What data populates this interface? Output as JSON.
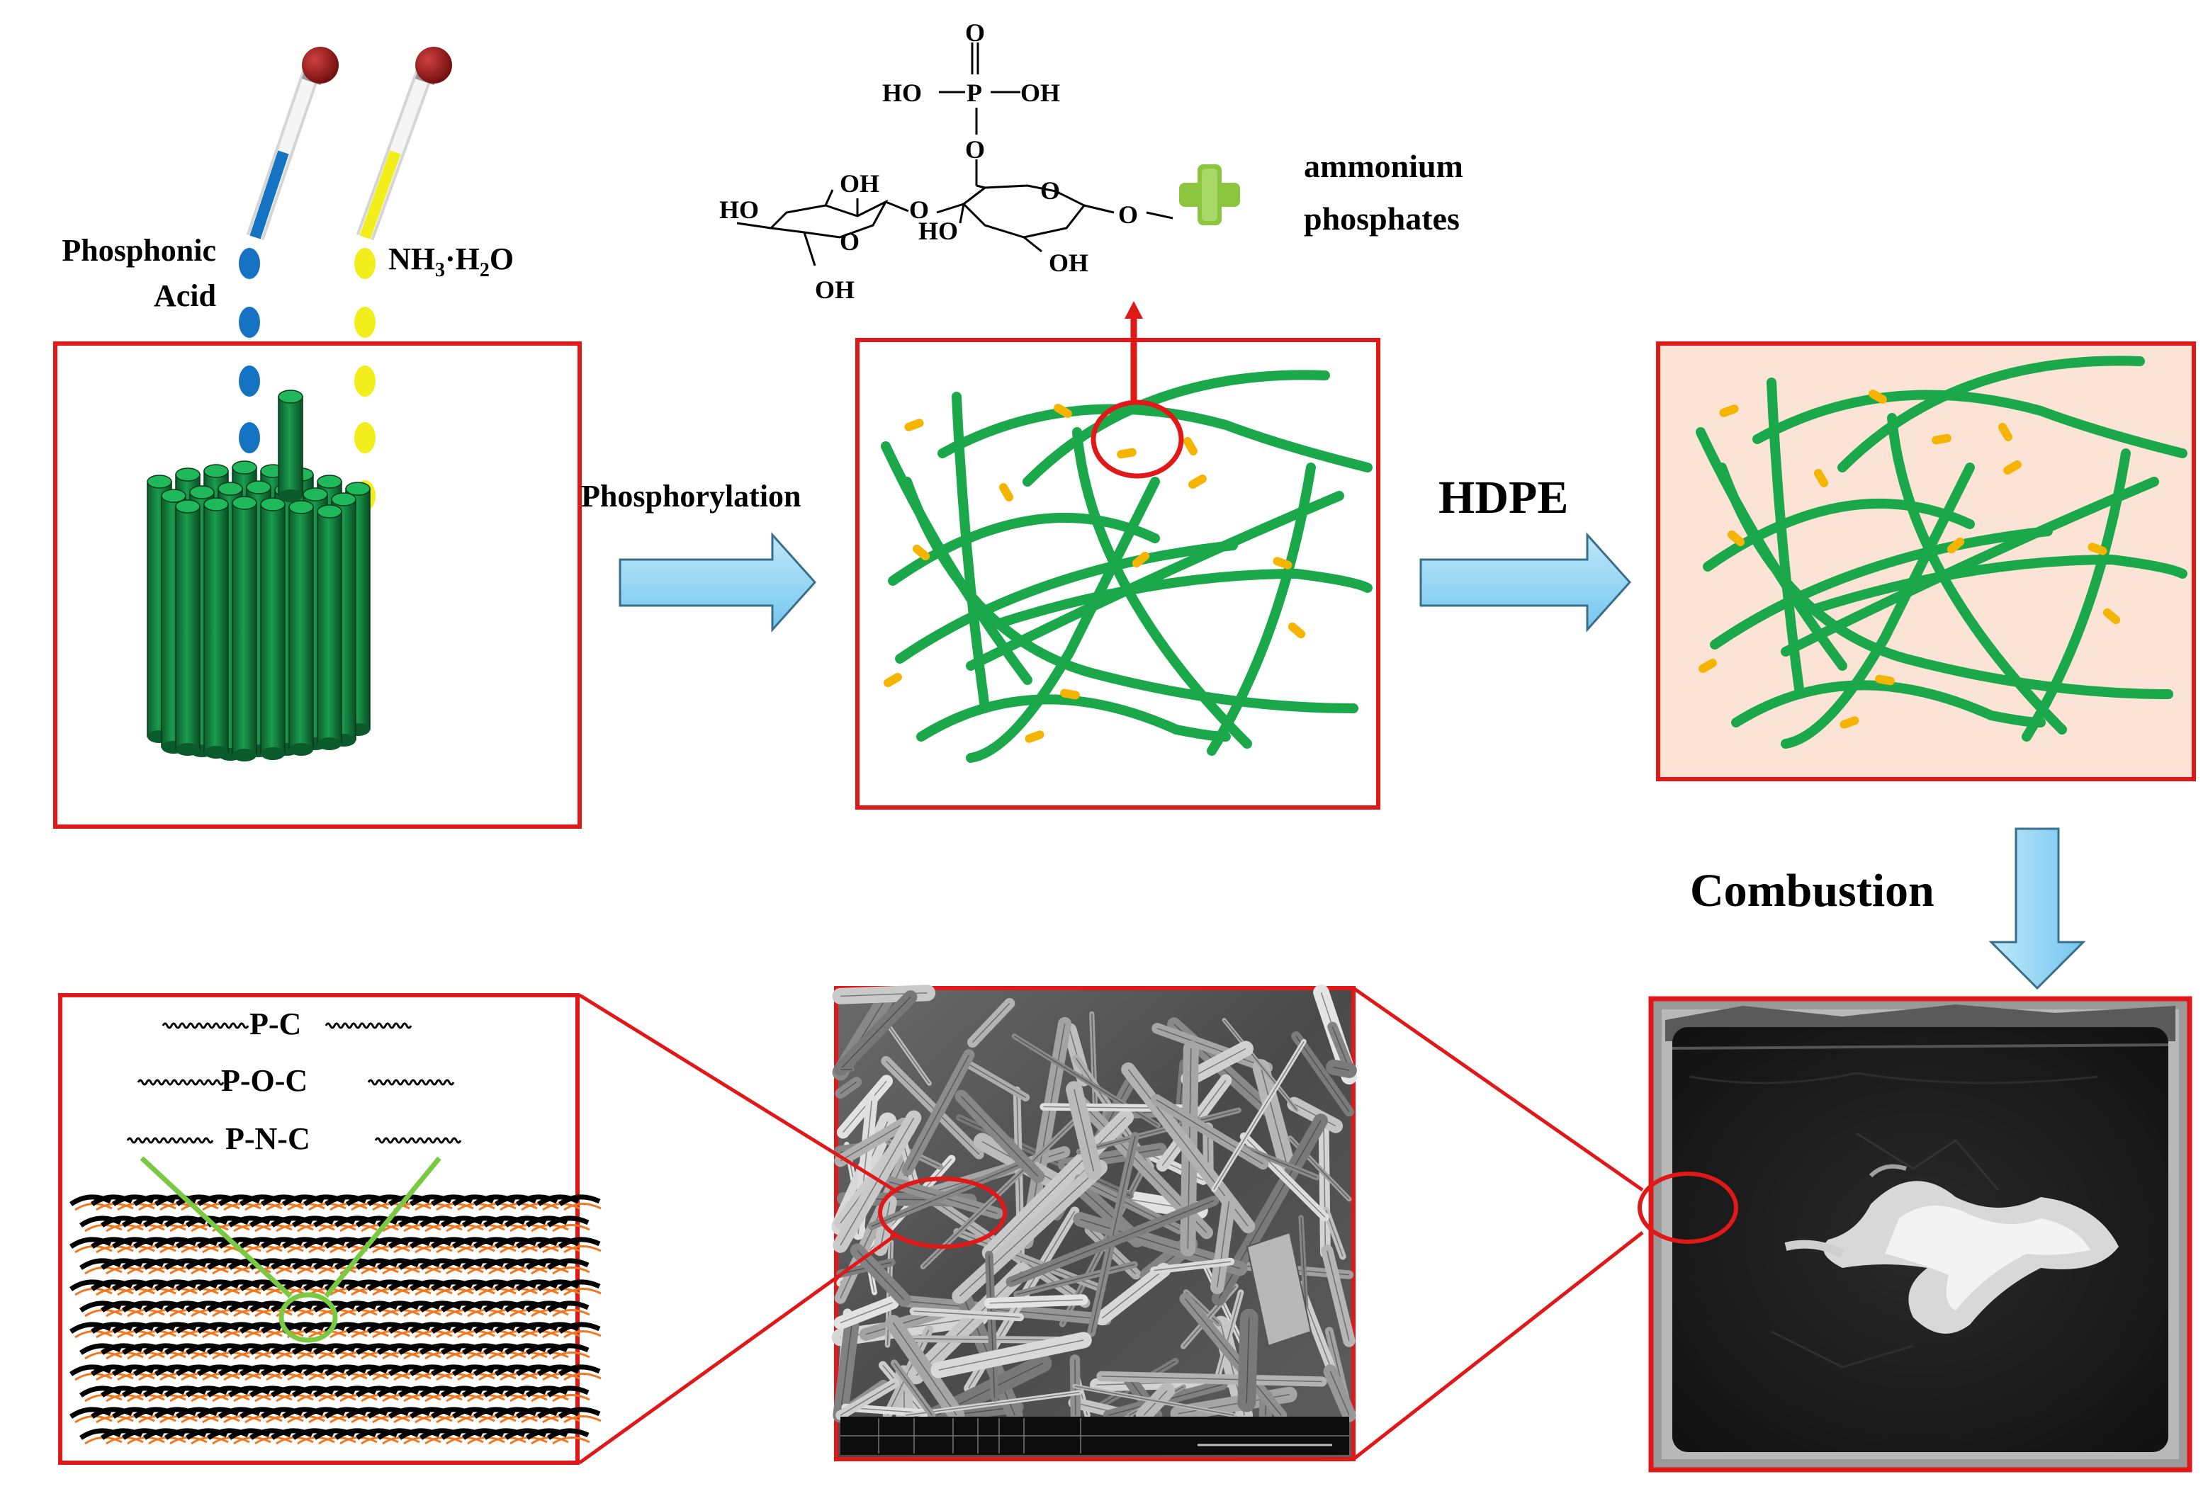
{
  "labels": {
    "phosphonic_acid": [
      "Phosphonic",
      "Acid"
    ],
    "ammonia_water": {
      "main": "NH",
      "sub": "3",
      "mid": "·H",
      "sub2": "2",
      "end": "O"
    },
    "phosphorylation": "Phosphorylation",
    "hdpe": "HDPE",
    "combustion": "Combustion",
    "ammonium_phosphates": [
      "ammonium",
      "phosphates"
    ],
    "plus_sign": "+"
  },
  "chem_structure": {
    "phosphate_top": "O",
    "phosphate_center": "P",
    "phosphate_left": "HO",
    "phosphate_right": "OH",
    "phosphate_bridge": "O",
    "ring1_ho": "HO",
    "ring1_oh_top": "OH",
    "ring1_o": "O",
    "ring1_oh_bottom": "OH",
    "link_o": "O",
    "ring2_ho": "HO",
    "ring2_o": "O",
    "ring2_oh": "OH",
    "ring2_tail_o": "O"
  },
  "bonds": [
    "P-C",
    "P-O-C",
    "P-N-C"
  ],
  "colors": {
    "frame": "#e01818",
    "fiber": "#1aa84a",
    "phosphate_mark": "#f4b400",
    "arrow": "#8fd3f4",
    "composite_bg": "#fbe3d6",
    "plus": "#8cc63f",
    "cylinder": "#0f7a3c",
    "blue_drop": "#1673c4",
    "yellow_drop": "#f2ee1c",
    "dropper_bulb": "#8b1a1a",
    "char_orange": "#f07820",
    "v_lines": "#7ac943"
  }
}
